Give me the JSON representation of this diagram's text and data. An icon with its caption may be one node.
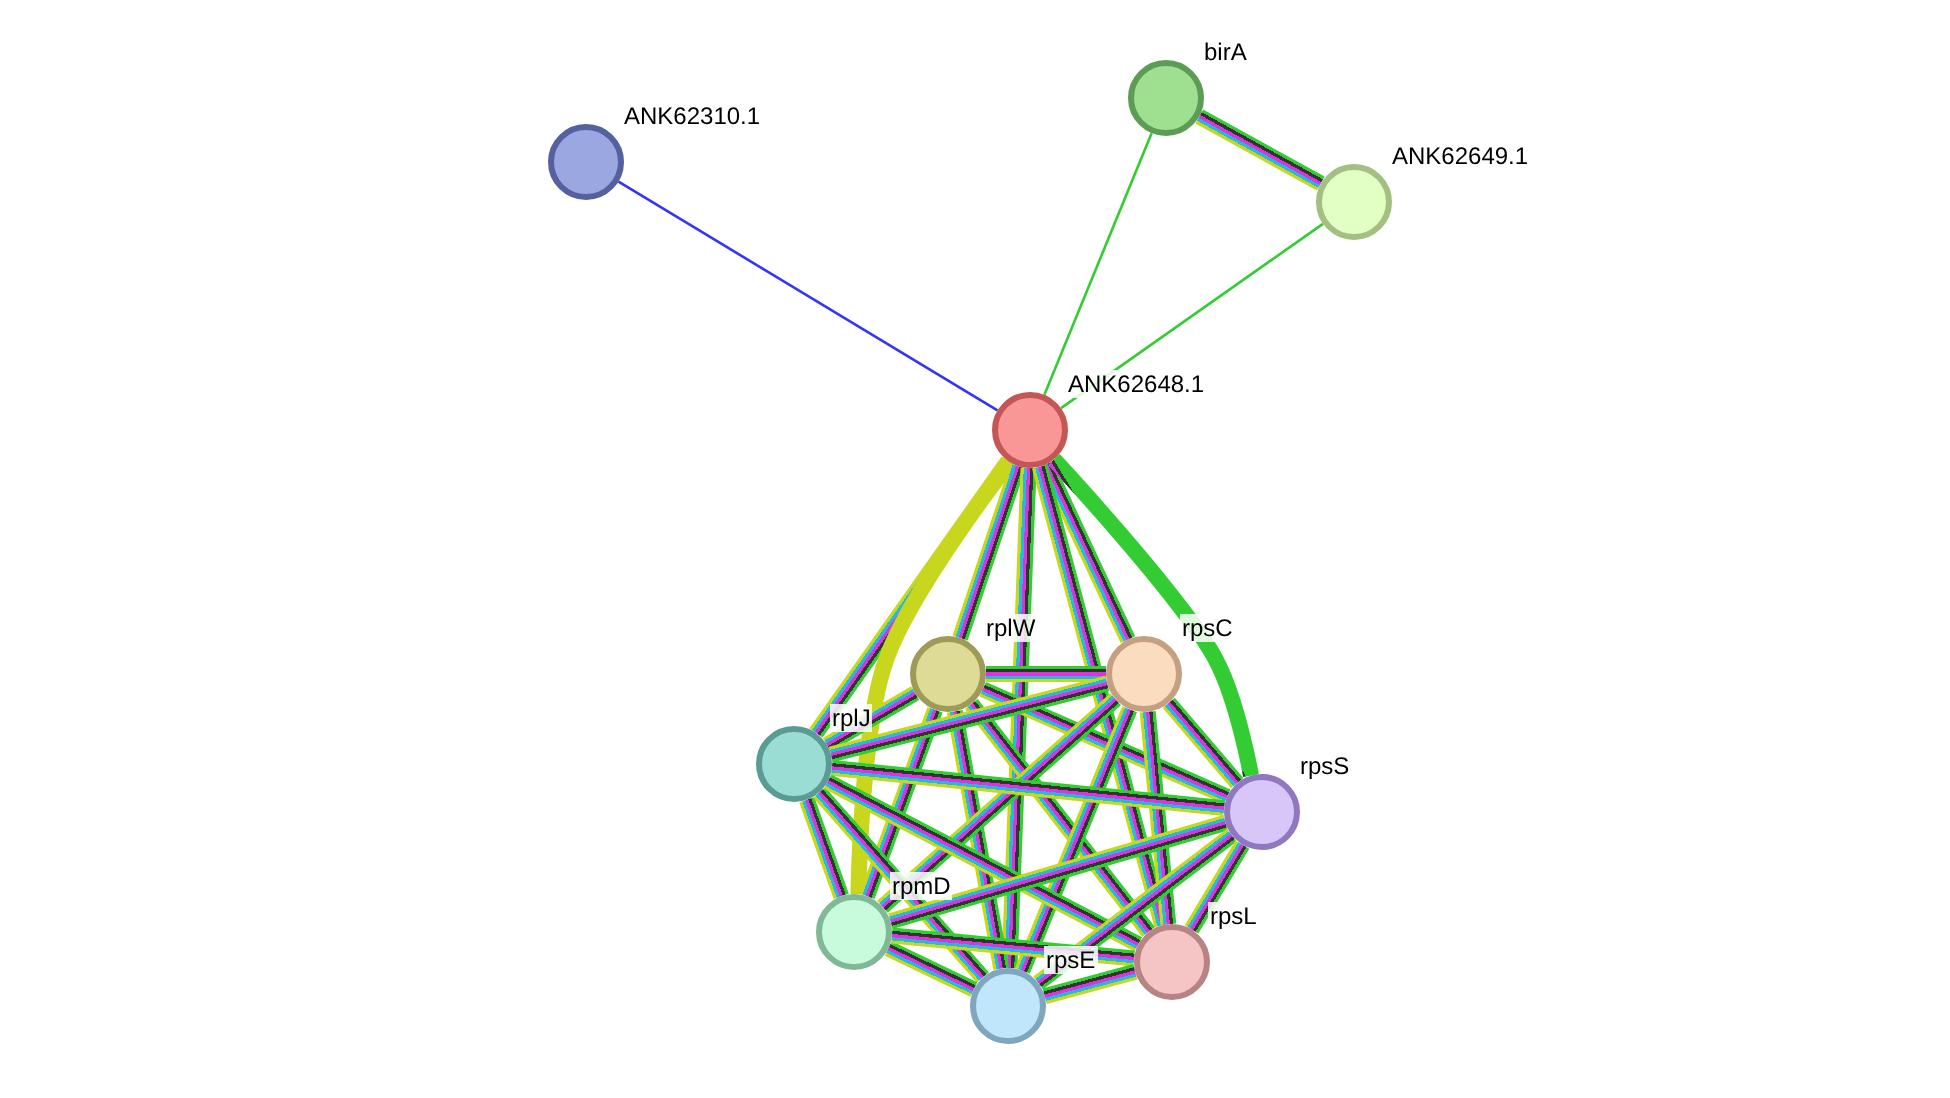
{
  "diagram": {
    "nodes": [
      {
        "text": [],
        "shape": "circle",
        "beside": [
          "ANK62310.1"
        ]
      },
      {
        "text": [],
        "shape": "circle",
        "beside": [
          "birA"
        ]
      },
      {
        "text": [],
        "shape": "circle",
        "beside": [
          "ANK62649.1"
        ]
      },
      {
        "text": [],
        "shape": "circle",
        "beside": [
          "ANK62648.1"
        ]
      },
      {
        "text": [],
        "shape": "circle",
        "beside": [
          "rplW"
        ]
      },
      {
        "text": [],
        "shape": "circle",
        "beside": [
          "rpsC"
        ]
      },
      {
        "text": [],
        "shape": "circle",
        "beside": [
          "rplJ"
        ]
      },
      {
        "text": [],
        "shape": "circle",
        "beside": [
          "rpsS"
        ]
      },
      {
        "text": [],
        "shape": "circle",
        "beside": [
          "rpmD"
        ]
      },
      {
        "text": [],
        "shape": "circle",
        "beside": [
          "rpsE"
        ]
      },
      {
        "text": [],
        "shape": "circle",
        "beside": [
          "rpsL"
        ]
      }
    ],
    "edges": [
      {
        "from": 0,
        "to": 3,
        "arrow": "none",
        "color": "#3333ff"
      },
      {
        "from": 1,
        "to": 3,
        "arrow": "none",
        "color": "#33cc33"
      },
      {
        "from": 2,
        "to": 3,
        "arrow": "none",
        "color": "#33cc33"
      },
      {
        "from": 1,
        "to": 2,
        "arrow": "none"
      },
      {
        "from": 3,
        "to": 4,
        "arrow": "none"
      },
      {
        "from": 3,
        "to": 5,
        "arrow": "none"
      },
      {
        "from": 3,
        "to": 6,
        "arrow": "none"
      },
      {
        "from": 3,
        "to": 7,
        "arrow": "none"
      },
      {
        "from": 3,
        "to": 8,
        "arrow": "none"
      },
      {
        "from": 3,
        "to": 9,
        "arrow": "none"
      },
      {
        "from": 3,
        "to": 10,
        "arrow": "none"
      },
      {
        "from": 4,
        "to": 5,
        "arrow": "none"
      },
      {
        "from": 4,
        "to": 6,
        "arrow": "none"
      },
      {
        "from": 4,
        "to": 7,
        "arrow": "none"
      },
      {
        "from": 4,
        "to": 8,
        "arrow": "none"
      },
      {
        "from": 4,
        "to": 9,
        "arrow": "none"
      },
      {
        "from": 4,
        "to": 10,
        "arrow": "none"
      },
      {
        "from": 5,
        "to": 6,
        "arrow": "none"
      },
      {
        "from": 5,
        "to": 7,
        "arrow": "none"
      },
      {
        "from": 5,
        "to": 8,
        "arrow": "none"
      },
      {
        "from": 5,
        "to": 9,
        "arrow": "none"
      },
      {
        "from": 5,
        "to": 10,
        "arrow": "none"
      },
      {
        "from": 6,
        "to": 7,
        "arrow": "none"
      },
      {
        "from": 6,
        "to": 8,
        "arrow": "none"
      },
      {
        "from": 6,
        "to": 9,
        "arrow": "none"
      },
      {
        "from": 6,
        "to": 10,
        "arrow": "none"
      },
      {
        "from": 7,
        "to": 8,
        "arrow": "none"
      },
      {
        "from": 7,
        "to": 9,
        "arrow": "none"
      },
      {
        "from": 7,
        "to": 10,
        "arrow": "none"
      },
      {
        "from": 8,
        "to": 9,
        "arrow": "none"
      },
      {
        "from": 8,
        "to": 10,
        "arrow": "none"
      },
      {
        "from": 9,
        "to": 10,
        "arrow": "none"
      }
    ]
  }
}
